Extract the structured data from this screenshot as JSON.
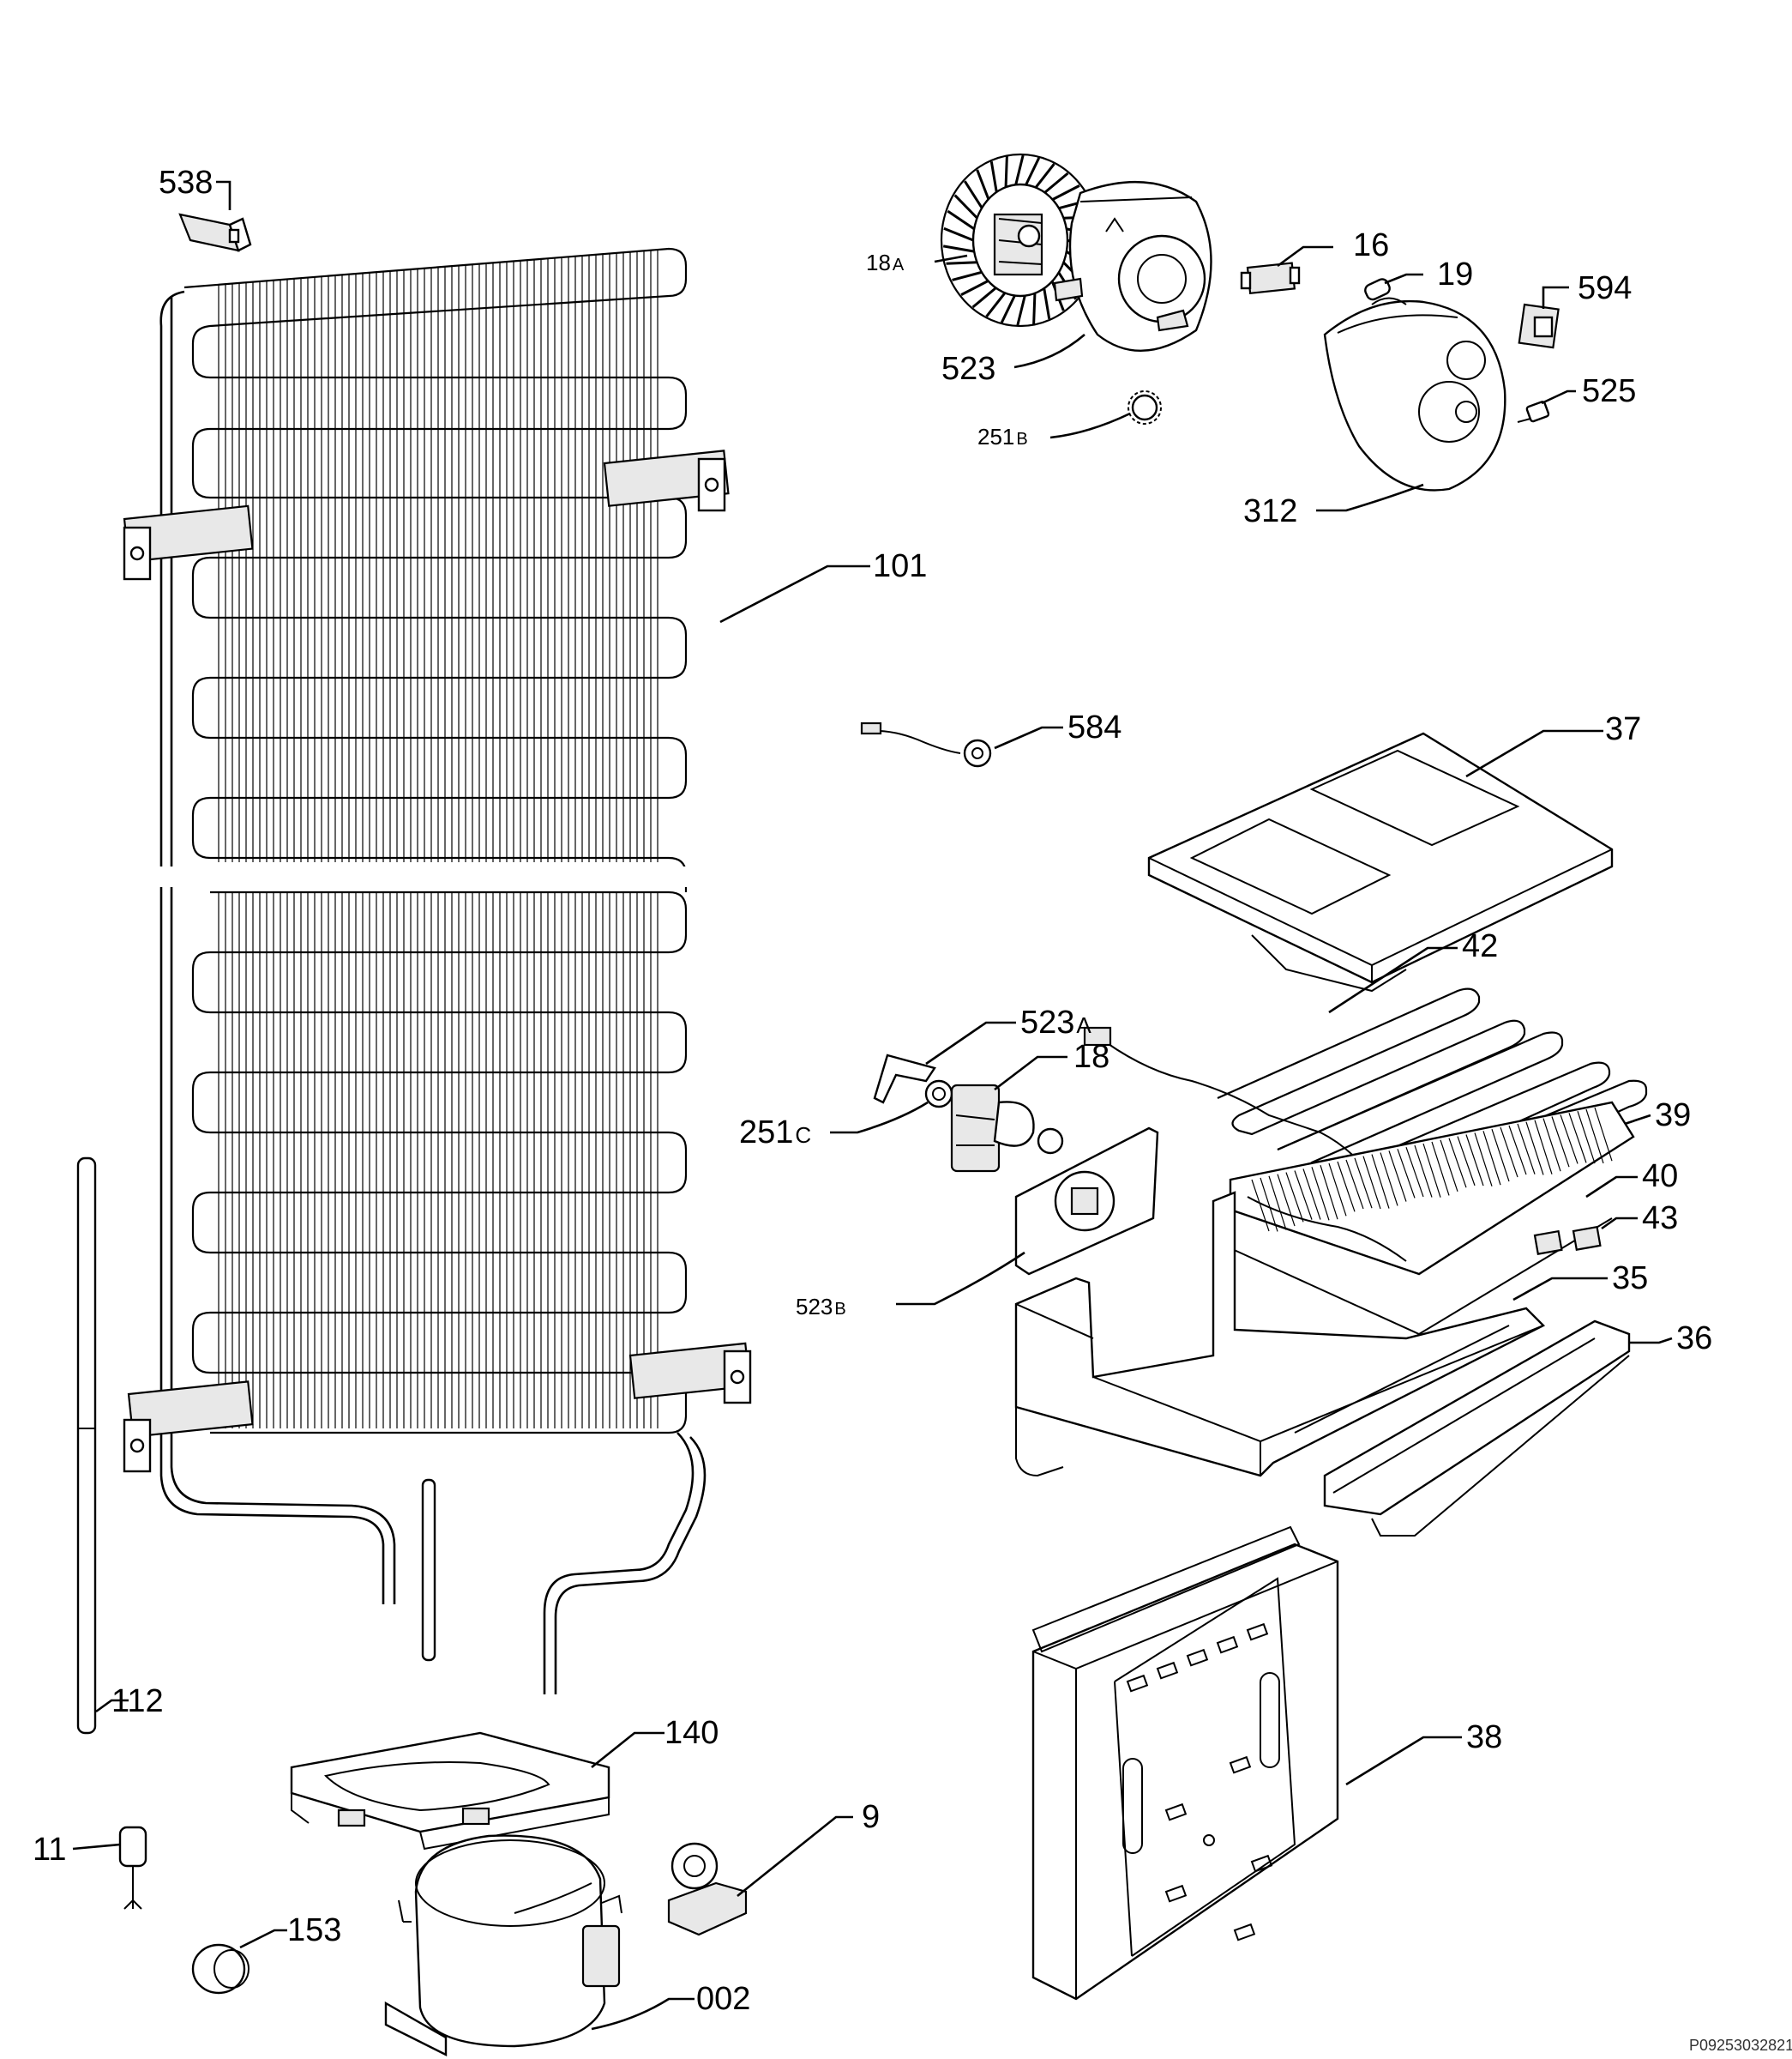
{
  "diagram": {
    "reference": "P09253032821",
    "parts": {
      "p538": "538",
      "p18a": "18",
      "p18a_sfx": "A",
      "p523": "523",
      "p16": "16",
      "p19": "19",
      "p594": "594",
      "p525": "525",
      "p251b": "251",
      "p251b_sfx": "B",
      "p312": "312",
      "p101": "101",
      "p584": "584",
      "p37": "37",
      "p42": "42",
      "p523a": "523",
      "p523a_sfx": "A",
      "p18": "18",
      "p251c": "251",
      "p251c_sfx": "C",
      "p39": "39",
      "p40": "40",
      "p43": "43",
      "p523b": "523",
      "p523b_sfx": "B",
      "p35": "35",
      "p36": "36",
      "p112": "112",
      "p140": "140",
      "p9": "9",
      "p38": "38",
      "p11": "11",
      "p153": "153",
      "p002": "002"
    }
  }
}
